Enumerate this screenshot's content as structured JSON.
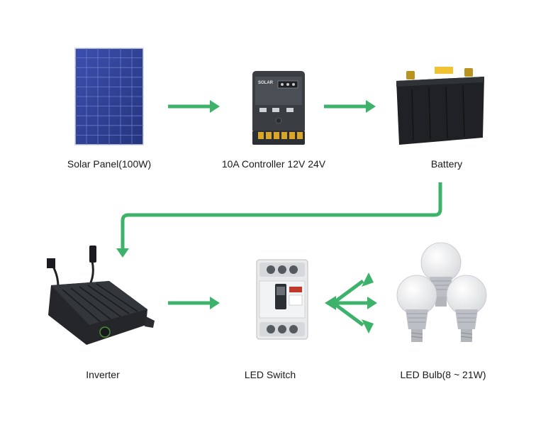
{
  "accent_color": "#3db26b",
  "components": {
    "solar_panel": {
      "label": "Solar Panel(100W)",
      "icon": "solar-panel-icon"
    },
    "controller": {
      "label": "10A Controller 12V 24V",
      "icon": "charge-controller-icon",
      "device_text": "SOLAR"
    },
    "battery": {
      "label": "Battery",
      "icon": "battery-icon"
    },
    "inverter": {
      "label": "Inverter",
      "icon": "inverter-icon"
    },
    "switch": {
      "label": "LED Switch",
      "icon": "breaker-switch-icon"
    },
    "bulbs": {
      "label": "LED Bulb(8 ~ 21W)",
      "icon": "led-bulb-icon"
    }
  }
}
